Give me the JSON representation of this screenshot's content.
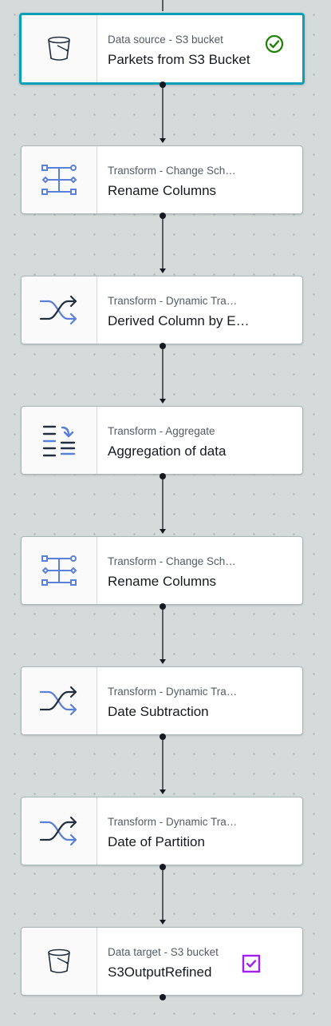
{
  "nodes": [
    {
      "type": "Data source - S3 bucket",
      "name": "Parkets from S3 Bucket",
      "icon": "bucket-icon",
      "status": "success-check-icon",
      "selected": true
    },
    {
      "type": "Transform - Change Sch…",
      "name": "Rename Columns",
      "icon": "change-schema-icon"
    },
    {
      "type": "Transform - Dynamic Tra…",
      "name": "Derived Column by E…",
      "icon": "shuffle-icon"
    },
    {
      "type": "Transform - Aggregate",
      "name": "Aggregation of data",
      "icon": "aggregate-icon"
    },
    {
      "type": "Transform - Change Sch…",
      "name": "Rename Columns",
      "icon": "change-schema-icon"
    },
    {
      "type": "Transform - Dynamic Tra…",
      "name": "Date Subtraction",
      "icon": "shuffle-icon"
    },
    {
      "type": "Transform - Dynamic Tra…",
      "name": "Date of Partition",
      "icon": "shuffle-icon"
    },
    {
      "type": "Data target - S3 bucket",
      "name": "S3OutputRefined",
      "icon": "bucket-icon",
      "status": "checkbox-checked-icon"
    }
  ],
  "colors": {
    "canvas": "#d5dbdb",
    "selected_border": "#0aa0b8",
    "success_green": "#1d8102",
    "checkbox_purple": "#a020f0",
    "icon_blue": "#5a80d8",
    "icon_dark": "#16191f"
  }
}
